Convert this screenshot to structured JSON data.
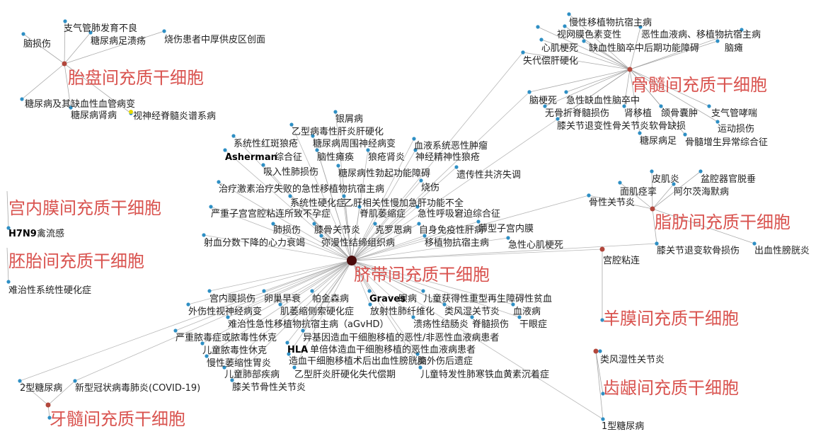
{
  "colors": {
    "hub_text": "#d9534f",
    "hub_node": "#b2473c",
    "center_node": "#4a0b0b",
    "leaf_node": "#2e8fc4",
    "edge": "#9a9a9a",
    "yellow_node": "#e6d800"
  },
  "hubs": {
    "umbilical": "脐带间充质干细胞",
    "placenta": "胎盘间充质干细胞",
    "bone_marrow": "骨髓间充质干细胞",
    "endometrium": "宫内膜间充质干细胞",
    "embryo": "胚胎间充质干细胞",
    "adipose": "脂肪间充质干细胞",
    "amnion": "羊膜间充质干细胞",
    "gingiva": "齿龈间充质干细胞",
    "dental_pulp": "牙髓间充质干细胞"
  },
  "diseases": {
    "brain_injury": "脑损伤",
    "bpd": "支气管肺发育不良",
    "diabetic_foot": "糖尿病足溃疡",
    "burn": "烧伤患者中厚供皮区创面",
    "diabetes_ischemic": "糖尿病及其缺血性血管病变",
    "diabetic_nephropathy": "糖尿病肾病",
    "nmosd": "视神经脊髓炎谱系病",
    "chronic_graft": "慢性移植物抗宿主病",
    "retinitis": "视网膜色素变性",
    "malignant_heme": "恶性血液病、移植物抗宿主病",
    "mi": "心肌梗死",
    "stroke_late": "缺血性脑卒中后期功能障碍",
    "paralysis": "脑瘫",
    "decomp_cirrhosis": "失代偿肝硬化",
    "cerebral_infarct": "脑梗死",
    "acute_stroke": "急性缺血性脑卒中",
    "sci_no_fracture": "无骨折脊髓损伤",
    "kidney_transplant": "肾移植",
    "cranio_cyst": "颌骨囊肿",
    "asthma": "支气管哮喘",
    "knee_oa": "膝关节退变性骨关节炎软骨缺损",
    "sports_injury": "运动损伤",
    "diabetic_foot2": "糖尿病足",
    "mds": "骨髓增生异常综合征",
    "silicosis": "银屑病",
    "hbv_cirrhosis": "乙型病毒性肝炎肝硬化",
    "sle": "系统性红斑狼疮",
    "diabetic_peripheral": "糖尿病周围神经病变",
    "heme_malig": "血液系统恶性肿瘤",
    "asherman_a": "Asherman",
    "asherman_b": "综合征",
    "cerebral_palsy": "脑性瘫痪",
    "lupus_nephritis": "狼疮肾炎",
    "neuro_lupus": "神经精神性狼疮",
    "inhalation": "吸入性肺损伤",
    "ed": "糖尿病性勃起功能障碍",
    "ataxia": "遗传性共济失调",
    "steroid_gvhd": "治疗激素治疗失败的急性移植物抗宿主病",
    "burns": "烧伤",
    "ssc": "系统性硬化症",
    "acute_liver": "乙肝相关性慢加急肝功能不全",
    "iua": "严重子宫宫腔粘连所致不孕症",
    "sma": "脊肌萎缩症",
    "ards": "急性呼吸窘迫综合征",
    "lung": "肺损伤",
    "knee_joint": "膝骨关节炎",
    "crohn": "克罗恩病",
    "autoimmune_liver": "自身免疫性肝病",
    "thin_endometrium": "薄型子宫内膜",
    "hfref": "射血分数下降的心力衰竭",
    "diffuse_ssc": "弥漫性结缔组织病",
    "gvhd": "移植物抗宿主病",
    "ami": "急性心肌梗死",
    "facial_wrinkle": "面肌痉挛",
    "skin_inflam": "皮肌炎",
    "pelvic_prolapse": "盆腔器官脱垂",
    "alzheimer": "阿尔茨海默病",
    "bone_joint": "骨性关节炎",
    "knee_cartilage": "膝关节退变软骨损伤",
    "hemorrhagic_cystitis": "出血性膀胱炎",
    "uterine_adhesion": "宫腔粘连",
    "h7n9_a": "H7N9",
    "h7n9_b": "禽流感",
    "refractory_ssc": "难治性系统性硬化症",
    "poi": "宫内膜损伤",
    "ovarian_failure": "卵巢早衰",
    "parkinson": "帕金森病",
    "graves_a": "Graves",
    "graves_b": "眼病",
    "aplastic": "儿童获得性重型再生障碍性贫血",
    "optic_trauma": "外伤性视神经病变",
    "als": "肌萎缩侧索硬化症",
    "radiation_lung": "放射性肺纤维化",
    "ra": "类风湿关节炎",
    "hemophilia": "血液病",
    "refractory_gvhd": "难治性急性移植物抗宿主病（aGvHD）",
    "uc": "溃疡性结肠炎",
    "sci": "脊髓损伤",
    "dry_eye": "干眼症",
    "sepsis": "严重脓毒症或脓毒性休克",
    "allo_hsct": "异基因造血干细胞移植的恶性/非恶性血液病患者",
    "child_sepsis": "儿童脓毒性休克",
    "hla_a": "HLA",
    "hla_b": "单倍体造血干细胞移植的恶性血液病患者",
    "atrophic_gastritis": "慢性萎缩性胃炎",
    "hsct_cystitis": "造血干细胞移植术后出血性膀胱炎",
    "tbi_sequel": "脑外伤后遗症",
    "bpd_child": "儿童肺部疾病",
    "hbv_liver_fail": "乙型肝炎肝硬化失代偿期",
    "ipa": "儿童特发性肺寒铁血黄素沉着症",
    "knee_oa2": "膝关节骨性关节炎",
    "ra2": "类风湿性关节炎",
    "t2dm": "2型糖尿病",
    "covid": "新型冠状病毒肺炎(COVID-19)",
    "t1dm": "1型糖尿病"
  }
}
